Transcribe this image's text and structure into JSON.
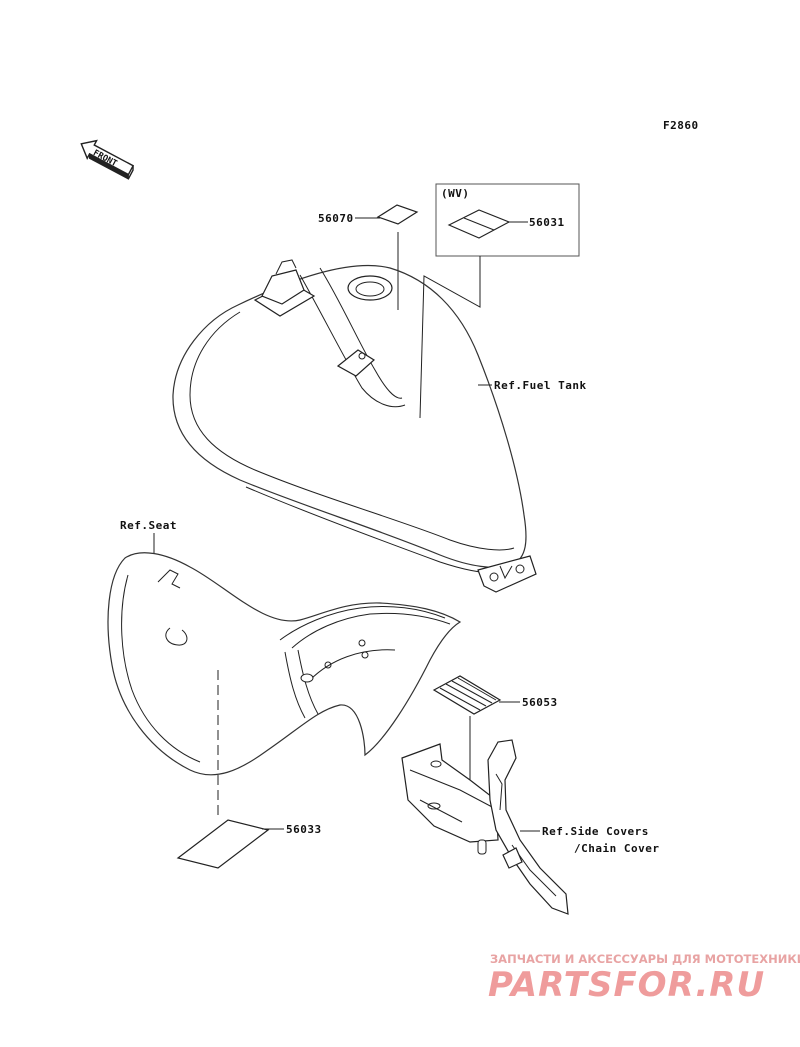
{
  "figure_code": "F2860",
  "front_arrow": {
    "label": "FRONT"
  },
  "parts": [
    {
      "number": "56070"
    },
    {
      "number": "56031"
    },
    {
      "number": "56053"
    },
    {
      "number": "56033"
    }
  ],
  "variant_box": {
    "label": "(WV)"
  },
  "references": {
    "fuel_tank": "Ref.Fuel Tank",
    "seat": "Ref.Seat",
    "side_covers_1": "Ref.Side Covers",
    "side_covers_2": "/Chain Cover"
  },
  "watermark": {
    "tagline": "ЗАПЧАСТИ И АКСЕССУАРЫ ДЛЯ МОТОТЕХНИКИ",
    "brand": "PARTSFOR.RU"
  }
}
